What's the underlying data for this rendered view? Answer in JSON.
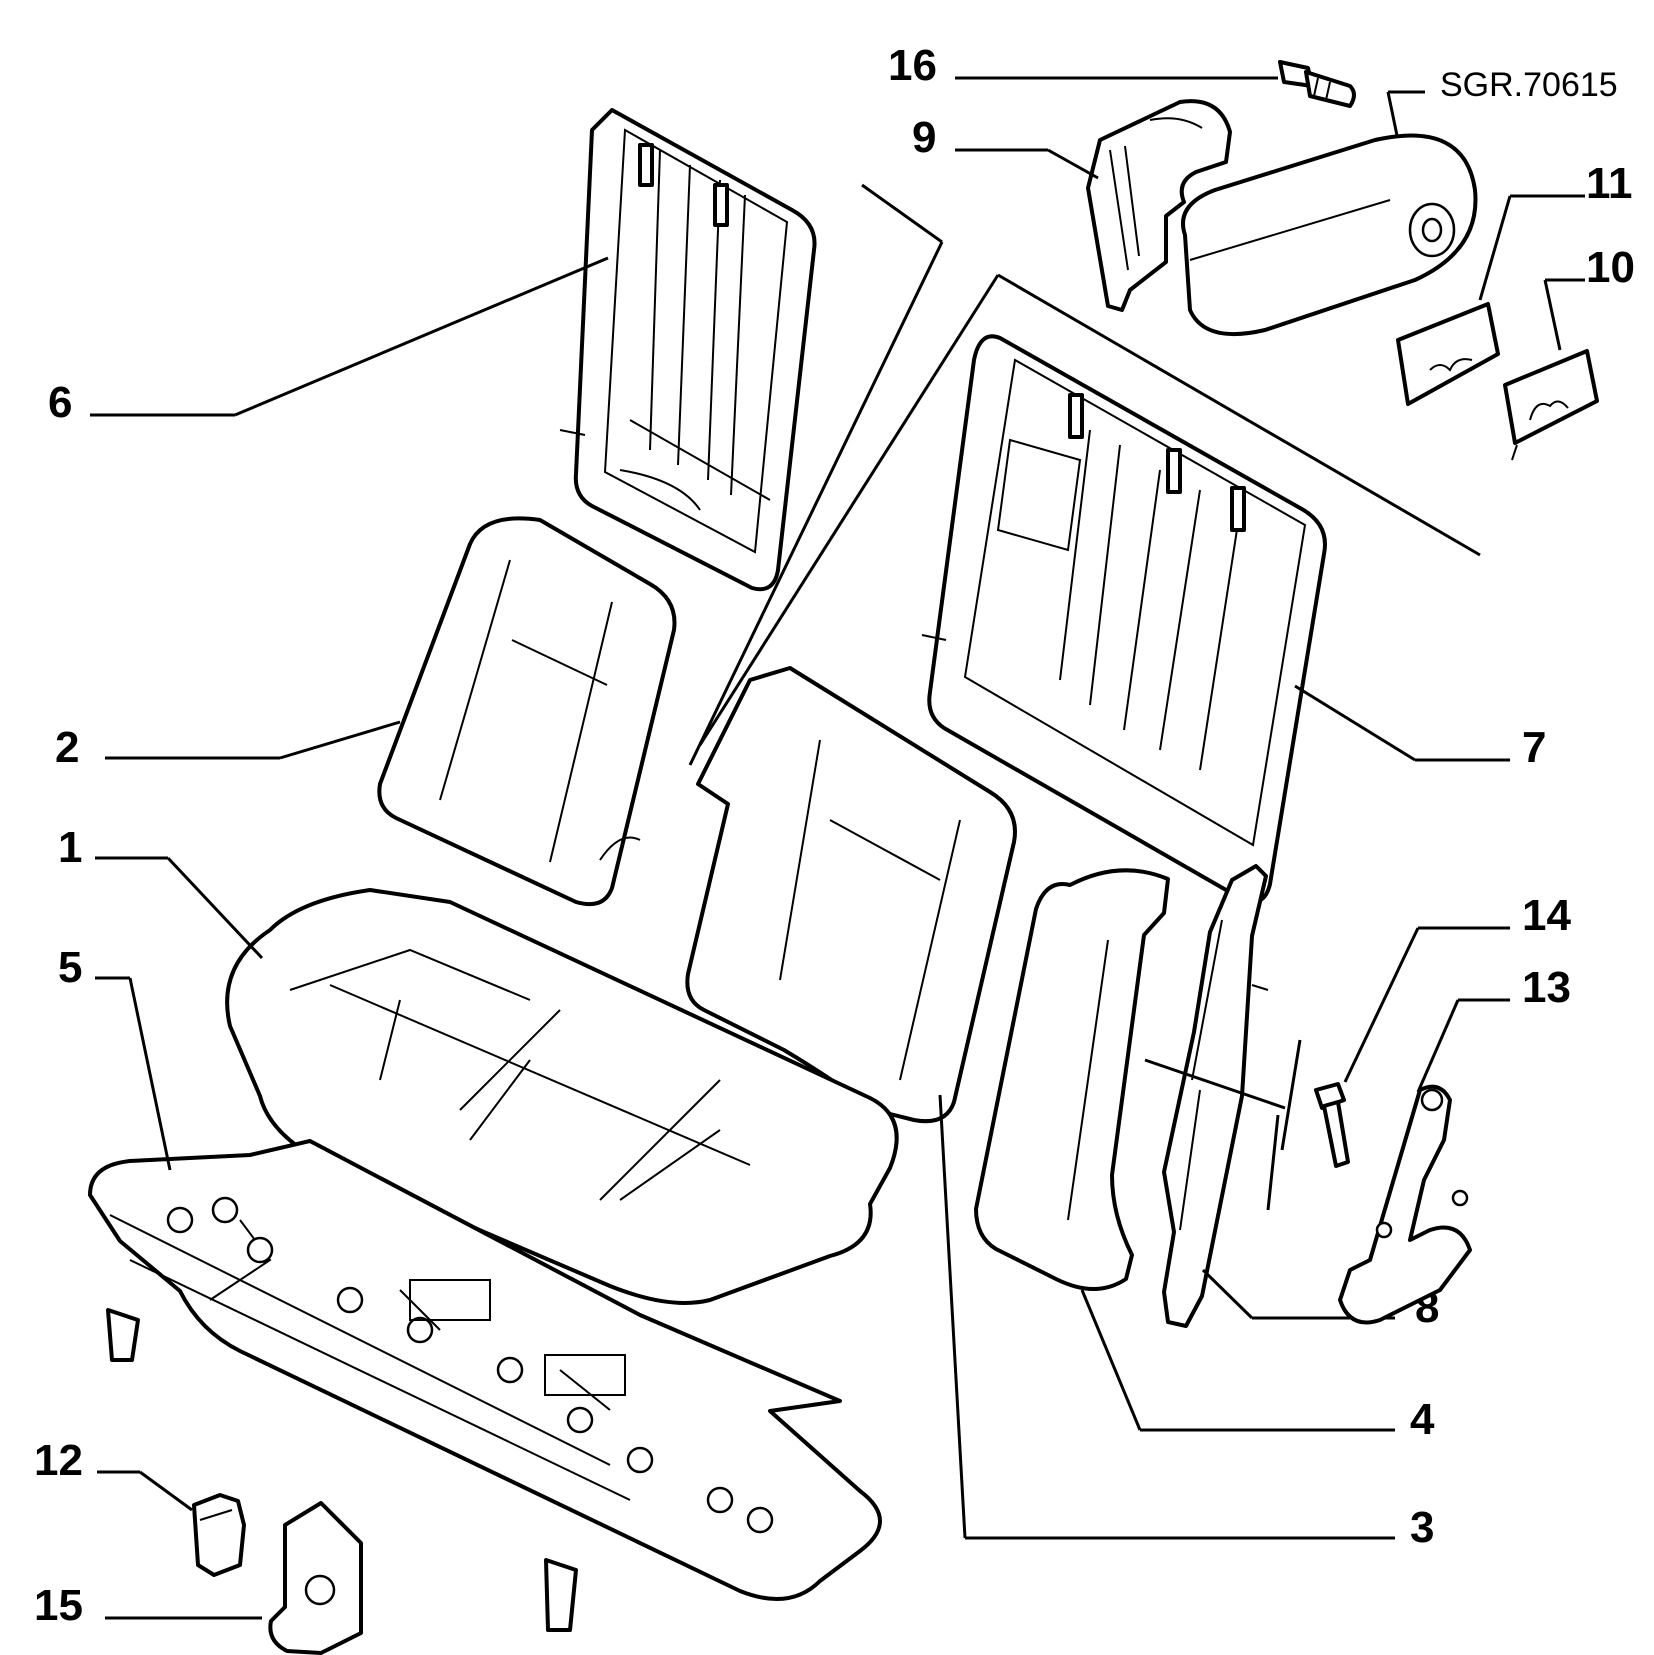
{
  "diagram_code": "SGR.70615",
  "parts": [
    {
      "id": "part-16",
      "label": "16",
      "name": "bolt-icon"
    },
    {
      "id": "part-9",
      "label": "9",
      "name": "hinge-cover-icon"
    },
    {
      "id": "part-11",
      "label": "11",
      "name": "bezel-icon"
    },
    {
      "id": "part-10",
      "label": "10",
      "name": "bezel-icon"
    },
    {
      "id": "part-6",
      "label": "6",
      "name": "backrest-frame-icon"
    },
    {
      "id": "part-2",
      "label": "2",
      "name": "backrest-cushion-icon"
    },
    {
      "id": "part-7",
      "label": "7",
      "name": "backrest-frame-icon"
    },
    {
      "id": "part-1",
      "label": "1",
      "name": "seat-cushion-icon"
    },
    {
      "id": "part-14",
      "label": "14",
      "name": "screw-icon"
    },
    {
      "id": "part-5",
      "label": "5",
      "name": "seat-frame-icon"
    },
    {
      "id": "part-13",
      "label": "13",
      "name": "bracket-icon"
    },
    {
      "id": "part-8",
      "label": "8",
      "name": "hinge-bracket-icon"
    },
    {
      "id": "part-4",
      "label": "4",
      "name": "side-bolster-icon"
    },
    {
      "id": "part-12",
      "label": "12",
      "name": "clip-icon"
    },
    {
      "id": "part-3",
      "label": "3",
      "name": "backrest-cushion-icon"
    },
    {
      "id": "part-15",
      "label": "15",
      "name": "bracket-icon"
    }
  ]
}
